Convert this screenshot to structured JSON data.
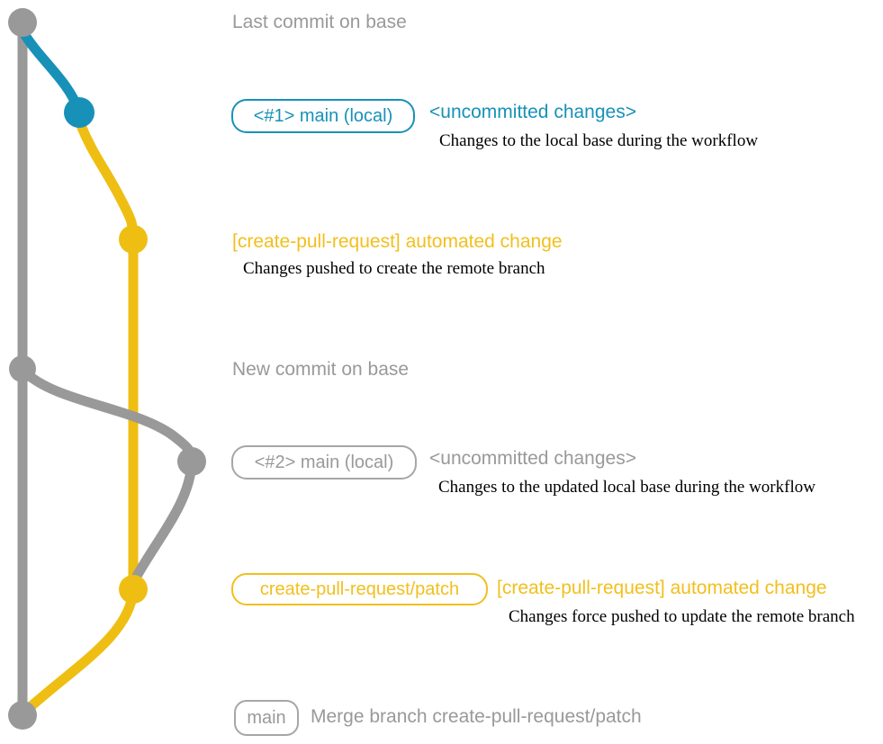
{
  "diagram_title_implicit": "create-pull-request workflow git graph",
  "colors": {
    "base_branch_gray": "#999999",
    "local_main_teal": "#1791b8",
    "patch_branch_yellow": "#efbe13",
    "yellow_label_text": "#f2bf1d",
    "description_black": "#000000"
  },
  "graph": {
    "branches": [
      {
        "name": "base",
        "color": "#999999"
      },
      {
        "name": "main (local)",
        "color": "#1791b8"
      },
      {
        "name": "create-pull-request/patch",
        "color": "#efbe13"
      }
    ],
    "nodes": [
      {
        "name": "last-commit-on-base",
        "branch": "base"
      },
      {
        "name": "local-main-1",
        "branch": "main (local)"
      },
      {
        "name": "automated-change-commit-1",
        "branch": "create-pull-request/patch"
      },
      {
        "name": "new-commit-on-base",
        "branch": "base"
      },
      {
        "name": "local-main-2",
        "branch": "main (local, updated)"
      },
      {
        "name": "automated-change-commit-2",
        "branch": "create-pull-request/patch"
      },
      {
        "name": "merge-commit",
        "branch": "base"
      }
    ]
  },
  "annotations": {
    "last_commit": {
      "label": "Last commit on base"
    },
    "step1": {
      "branch_box": "<#1> main (local)",
      "heading": "<uncommitted changes>",
      "description": "Changes to the local base during the workflow"
    },
    "step2": {
      "heading": "[create-pull-request] automated change",
      "description": "Changes pushed to create the remote branch"
    },
    "new_commit": {
      "label": "New commit on base"
    },
    "step3": {
      "branch_box": "<#2> main (local)",
      "heading": "<uncommitted changes>",
      "description": "Changes to the updated local base during the workflow"
    },
    "step4": {
      "branch_box": "create-pull-request/patch",
      "heading": "[create-pull-request] automated change",
      "description": "Changes force pushed to update the remote branch"
    },
    "merge": {
      "branch_box": "main",
      "label": "Merge branch create-pull-request/patch"
    }
  }
}
